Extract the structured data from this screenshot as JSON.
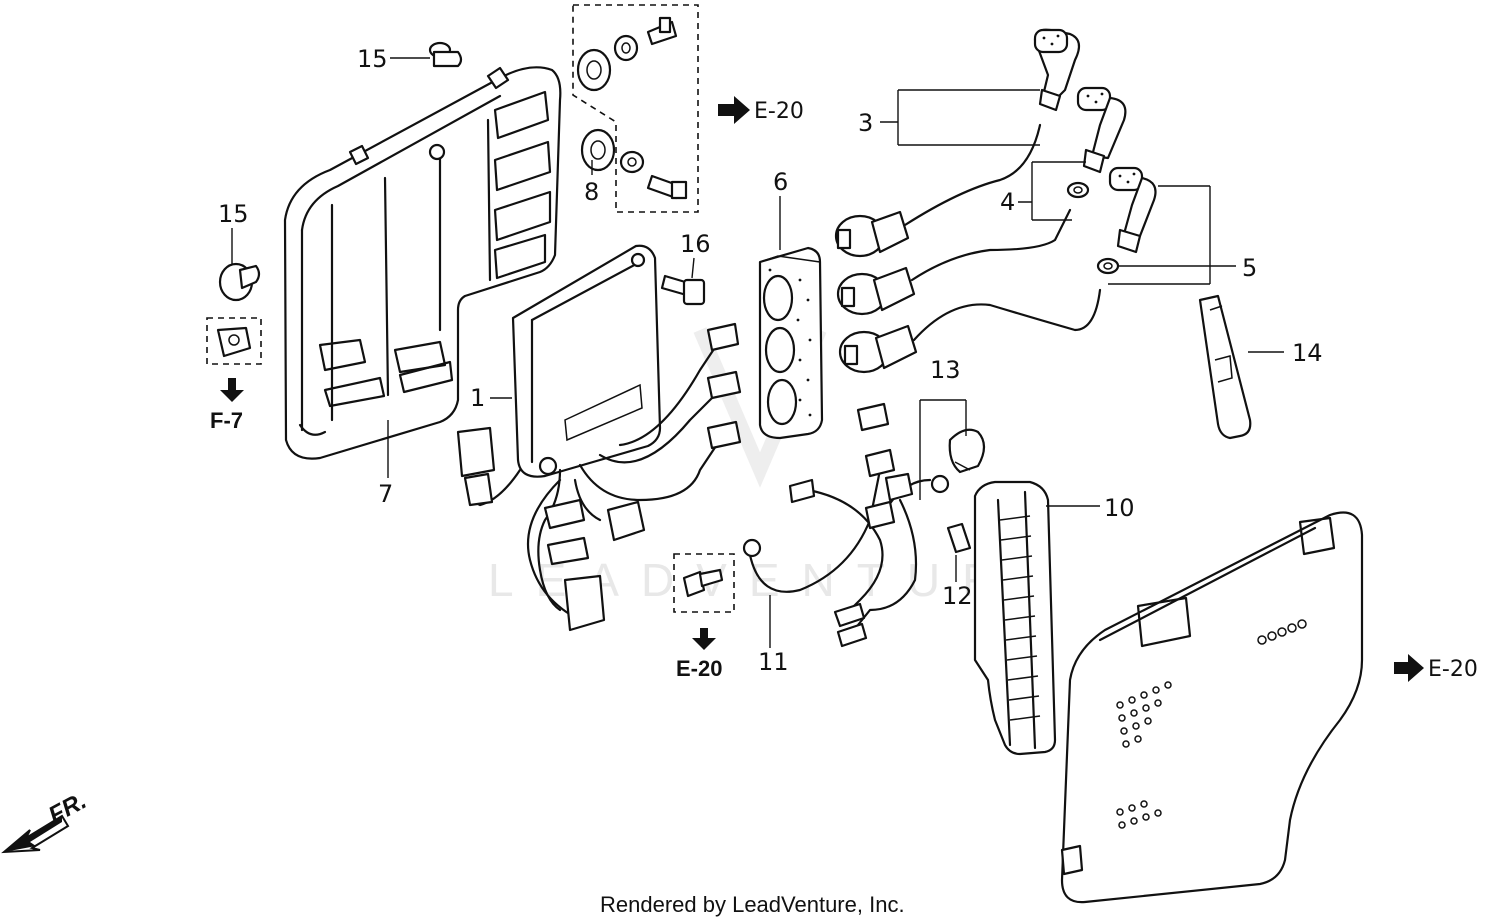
{
  "callouts": [
    {
      "id": "1",
      "label": "1"
    },
    {
      "id": "3",
      "label": "3"
    },
    {
      "id": "4",
      "label": "4"
    },
    {
      "id": "5",
      "label": "5"
    },
    {
      "id": "6",
      "label": "6"
    },
    {
      "id": "7",
      "label": "7"
    },
    {
      "id": "8",
      "label": "8"
    },
    {
      "id": "10",
      "label": "10"
    },
    {
      "id": "11",
      "label": "11"
    },
    {
      "id": "12",
      "label": "12"
    },
    {
      "id": "13",
      "label": "13"
    },
    {
      "id": "14",
      "label": "14"
    },
    {
      "id": "15a",
      "label": "15"
    },
    {
      "id": "15b",
      "label": "15"
    },
    {
      "id": "16",
      "label": "16"
    }
  ],
  "references": {
    "e20_top": "E-20",
    "e20_bottom": "E-20",
    "e20_right": "E-20",
    "f7": "F-7"
  },
  "direction_label": "FR.",
  "watermark": "LEADVENTURE",
  "footer": "Rendered by LeadVenture, Inc."
}
